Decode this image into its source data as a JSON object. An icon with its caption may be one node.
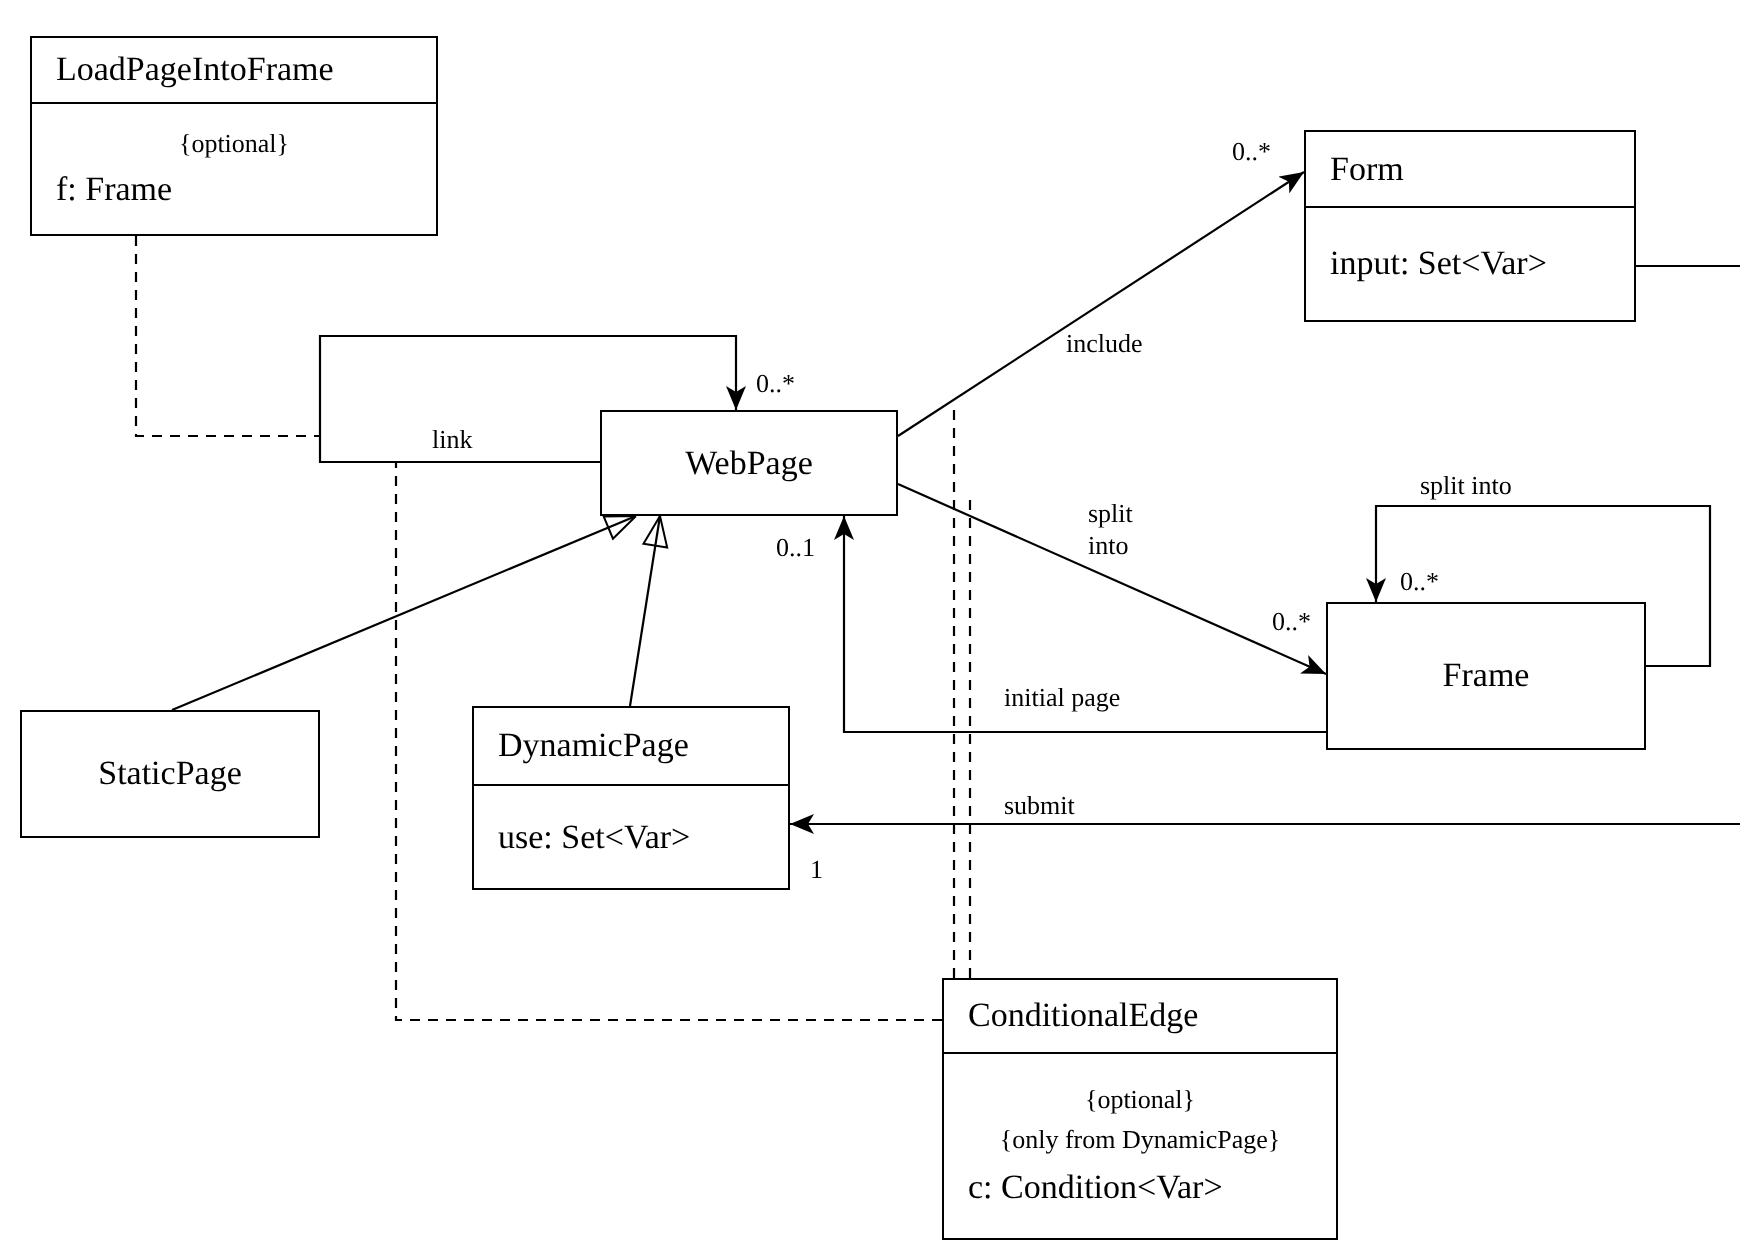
{
  "diagram": {
    "nodes": [
      {
        "text": [
          "LoadPageIntoFrame",
          "{optional}",
          "f: Frame"
        ]
      },
      {
        "text": [
          "Form",
          "input: Set<Var>"
        ]
      },
      {
        "text": [
          "WebPage"
        ]
      },
      {
        "text": [
          "Frame"
        ]
      },
      {
        "text": [
          "StaticPage"
        ]
      },
      {
        "text": [
          "DynamicPage",
          "use: Set<Var>"
        ]
      },
      {
        "text": [
          "ConditionalEdge",
          "{optional}",
          "{only from DynamicPage}",
          "c: Condition<Var>"
        ]
      }
    ],
    "edges": [
      {
        "from": 2,
        "to": 2,
        "arrow": "to",
        "label": "link"
      },
      {
        "from": 2,
        "to": 1,
        "arrow": "to",
        "label": "include"
      },
      {
        "from": 2,
        "to": 3,
        "arrow": "to",
        "label": "split into"
      },
      {
        "from": 3,
        "to": 3,
        "arrow": "to",
        "label": "split into"
      },
      {
        "from": 3,
        "to": 2,
        "arrow": "to",
        "label": "initial page"
      },
      {
        "from": 1,
        "to": null,
        "arrow": "none"
      },
      {
        "from": null,
        "to": 5,
        "arrow": "to",
        "label": "submit"
      },
      {
        "from": 4,
        "to": 2,
        "arrow": "to"
      },
      {
        "from": 5,
        "to": 2,
        "arrow": "to"
      },
      {
        "from": 0,
        "to": null,
        "arrow": "none",
        "style": "dashed"
      },
      {
        "from": 6,
        "to": null,
        "arrow": "none",
        "style": "dashed"
      },
      {
        "from": 6,
        "to": null,
        "arrow": "none",
        "style": "dashed"
      },
      {
        "from": 6,
        "to": null,
        "arrow": "none",
        "style": "dashed"
      }
    ],
    "labels": [
      "0..*",
      "0..*",
      "0..1",
      "0..*",
      "0..*",
      "1"
    ]
  }
}
